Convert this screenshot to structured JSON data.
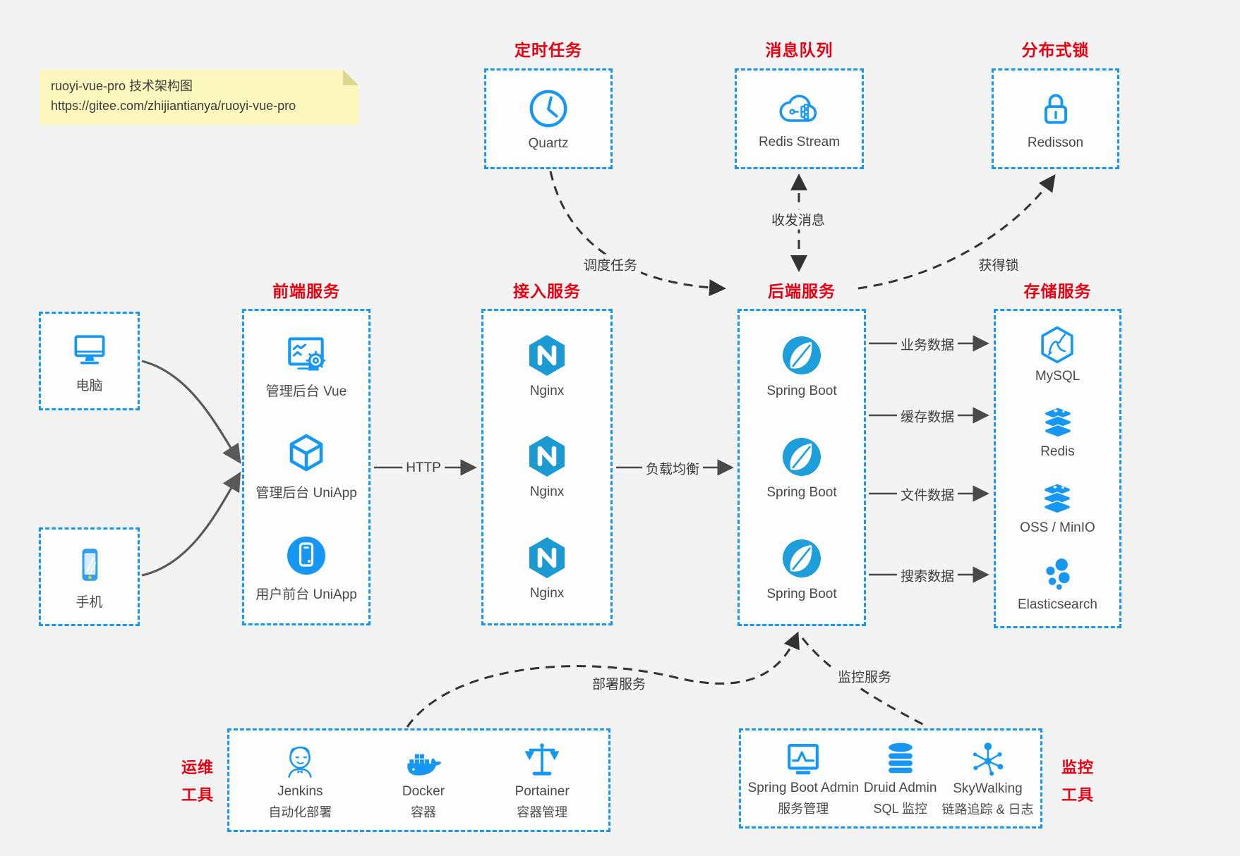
{
  "note": {
    "line1": "ruoyi-vue-pro 技术架构图",
    "line2": "https://gitee.com/zhijiantianya/ruoyi-vue-pro"
  },
  "colors": {
    "accent_blue": "#1697f4",
    "title_red": "#e60012",
    "note_yellow": "#fbf7bd",
    "arrow_gray": "#4a4a4a"
  },
  "groups": {
    "scheduled": {
      "title": "定时任务",
      "items": [
        {
          "label": "Quartz",
          "icon": "clock-icon"
        }
      ]
    },
    "mq": {
      "title": "消息队列",
      "items": [
        {
          "label": "Redis Stream",
          "icon": "cloud-share-icon"
        }
      ]
    },
    "lock": {
      "title": "分布式锁",
      "items": [
        {
          "label": "Redisson",
          "icon": "lock-icon"
        }
      ]
    },
    "clients": {
      "items": [
        {
          "label": "电脑",
          "icon": "desktop-icon"
        },
        {
          "label": "手机",
          "icon": "smartphone-icon"
        }
      ]
    },
    "frontend": {
      "title": "前端服务",
      "items": [
        {
          "label": "管理后台 Vue",
          "icon": "admin-dashboard-icon"
        },
        {
          "label": "管理后台 UniApp",
          "icon": "cube-icon"
        },
        {
          "label": "用户前台 UniApp",
          "icon": "mobile-app-icon"
        }
      ]
    },
    "gateway": {
      "title": "接入服务",
      "items": [
        {
          "label": "Nginx",
          "icon": "nginx-icon"
        },
        {
          "label": "Nginx",
          "icon": "nginx-icon"
        },
        {
          "label": "Nginx",
          "icon": "nginx-icon"
        }
      ]
    },
    "backend": {
      "title": "后端服务",
      "items": [
        {
          "label": "Spring Boot",
          "icon": "spring-icon"
        },
        {
          "label": "Spring Boot",
          "icon": "spring-icon"
        },
        {
          "label": "Spring Boot",
          "icon": "spring-icon"
        }
      ]
    },
    "storage": {
      "title": "存储服务",
      "items": [
        {
          "label": "MySQL",
          "icon": "mysql-icon"
        },
        {
          "label": "Redis",
          "icon": "redis-icon"
        },
        {
          "label": "OSS / MinIO",
          "icon": "stack-icon"
        },
        {
          "label": "Elasticsearch",
          "icon": "elasticsearch-icon"
        }
      ]
    },
    "ops": {
      "title_line1": "运维",
      "title_line2": "工具",
      "items": [
        {
          "label": "Jenkins",
          "sublabel": "自动化部署",
          "icon": "jenkins-icon"
        },
        {
          "label": "Docker",
          "sublabel": "容器",
          "icon": "docker-whale-icon"
        },
        {
          "label": "Portainer",
          "sublabel": "容器管理",
          "icon": "scales-icon"
        }
      ]
    },
    "monitor": {
      "title_line1": "监控",
      "title_line2": "工具",
      "items": [
        {
          "label": "Spring Boot Admin",
          "sublabel": "服务管理",
          "icon": "monitor-chart-icon"
        },
        {
          "label": "Druid Admin",
          "sublabel": "SQL 监控",
          "icon": "database-icon"
        },
        {
          "label": "SkyWalking",
          "sublabel": "链路追踪 & 日志",
          "icon": "topology-icon"
        }
      ]
    }
  },
  "edges": {
    "http": "HTTP",
    "load_balance": "负载均衡",
    "schedule_task": "调度任务",
    "send_receive_msg": "收发消息",
    "acquire_lock": "获得锁",
    "business_data": "业务数据",
    "cache_data": "缓存数据",
    "file_data": "文件数据",
    "search_data": "搜索数据",
    "deploy_service": "部署服务",
    "monitor_service": "监控服务"
  }
}
